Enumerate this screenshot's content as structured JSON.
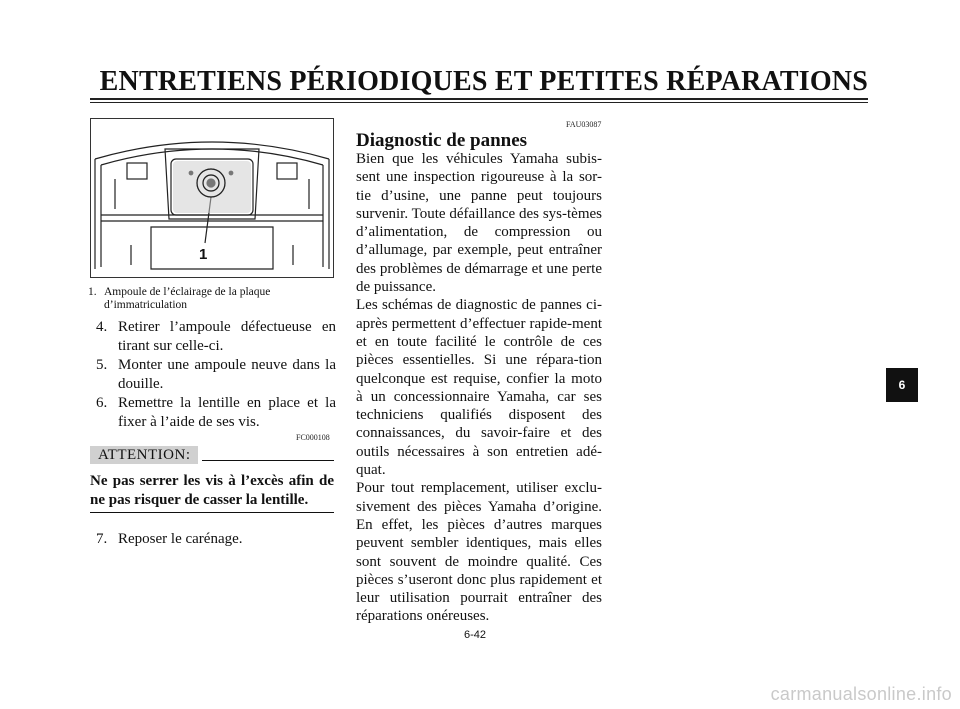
{
  "header": {
    "title": "ENTRETIENS PÉRIODIQUES ET PETITES RÉPARATIONS"
  },
  "figure": {
    "callout": "1",
    "caption_num": "1.",
    "caption_line1": "Ampoule de l’éclairage de la plaque",
    "caption_line2": "d’immatriculation"
  },
  "steps": [
    {
      "num": "4.",
      "text": "Retirer l’ampoule défectueuse en tirant sur celle-ci."
    },
    {
      "num": "5.",
      "text": "Monter une ampoule neuve dans la douille."
    },
    {
      "num": "6.",
      "text": "Remettre la lentille en place et la fixer à l’aide de ses vis."
    }
  ],
  "code_attention": "FC000108",
  "attention": {
    "label": "ATTENTION:",
    "text": "Ne pas serrer les vis à l’excès afin de ne pas risquer de casser la lentille."
  },
  "step7": {
    "num": "7.",
    "text": "Reposer le carénage."
  },
  "code_section": "FAU03087",
  "section": {
    "title": "Diagnostic de pannes",
    "p1": "Bien que les véhicules Yamaha subis-sent une inspection rigoureuse à la sor-tie d’usine, une panne peut toujours survenir. Toute défaillance des sys-tèmes d’alimentation, de compression ou d’allumage, par exemple, peut entraîner des problèmes de démarrage et une perte de puissance.",
    "p2": "Les schémas de diagnostic de pannes ci-après permettent d’effectuer rapide-ment et en toute facilité le contrôle de ces pièces essentielles. Si une répara-tion quelconque est requise, confier la moto à un concessionnaire Yamaha, car ses techniciens qualifiés disposent des connaissances, du savoir-faire et des outils nécessaires à son entretien adé-quat.",
    "p3": "Pour tout remplacement, utiliser exclu-sivement des pièces Yamaha d’origine. En effet, les pièces d’autres marques peuvent sembler identiques, mais elles sont souvent de moindre qualité. Ces pièces s’useront donc plus rapidement et leur utilisation pourrait entraîner des réparations onéreuses."
  },
  "page_number": "6-42",
  "chapter_tab": "6",
  "watermark": "carmanualsonline.info"
}
